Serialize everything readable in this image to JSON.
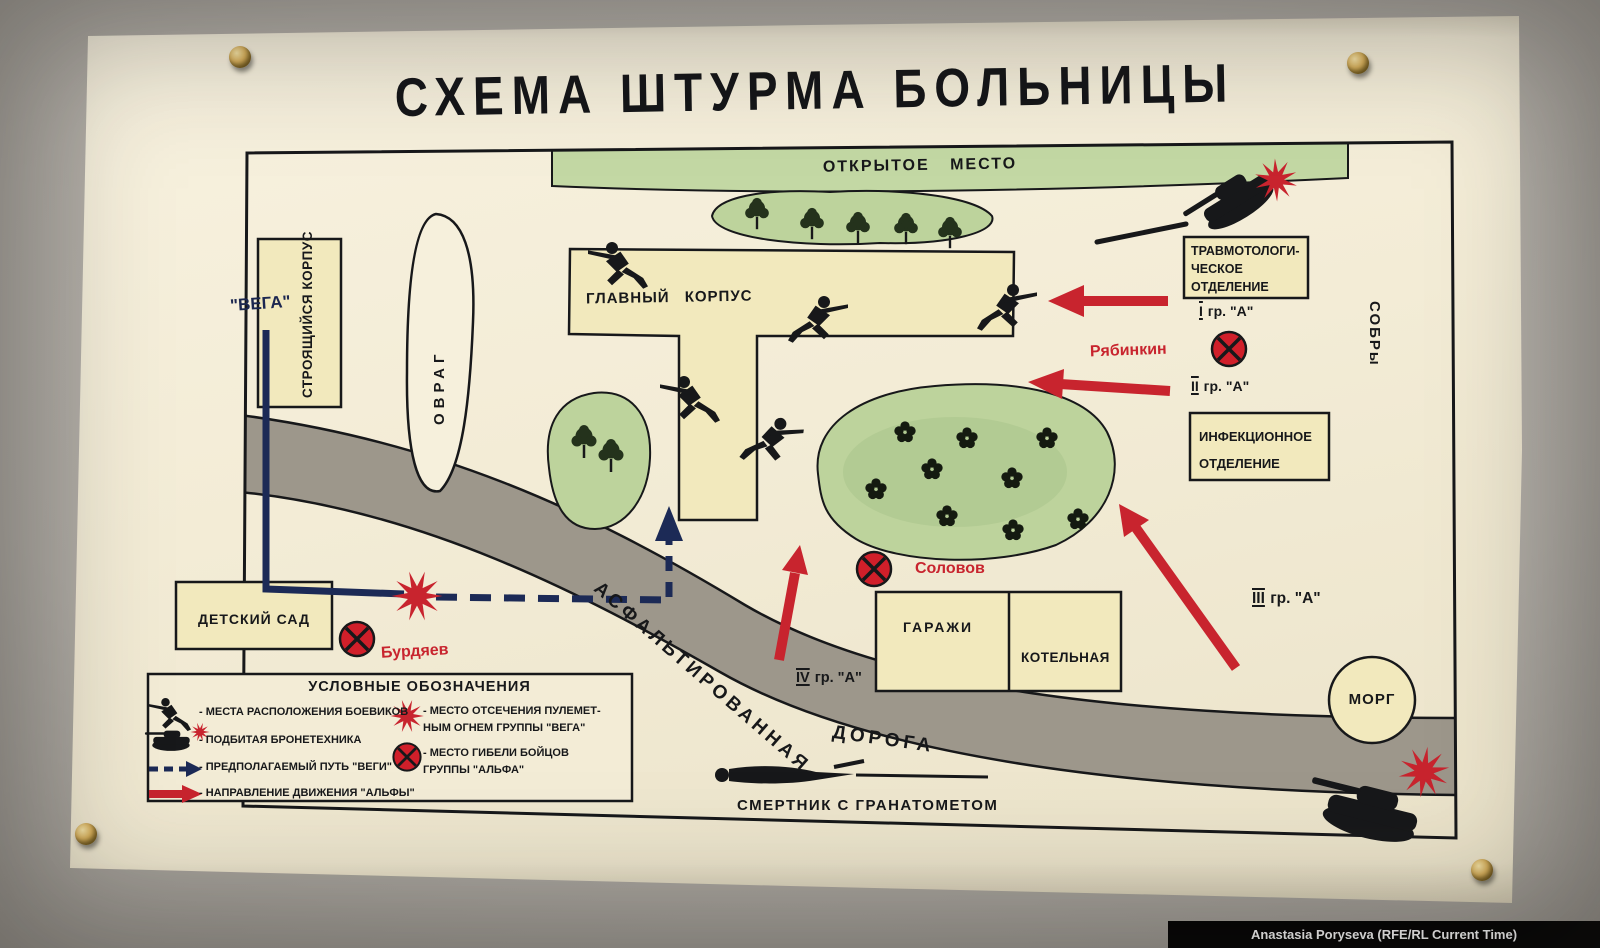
{
  "photo_credit": "Anastasia Poryseva (RFE/RL Current Time)",
  "poster": {
    "title": "СХЕМА ШТУРМА БОЛЬНИЦЫ",
    "areas": {
      "open_place": "ОТКРЫТОЕ МЕСТО",
      "ravine": "ОВРАГ",
      "road_word1": "АСФАЛЬТИРОВАННАЯ",
      "road_word2": "ДОРОГА"
    },
    "buildings": {
      "main": "ГЛАВНЫЙ КОРПУС",
      "construction": "СТРОЯЩИЙСЯ КОРПУС",
      "trauma": "ТРАВМОТОЛОГИ-\nЧЕСКОЕ\nОТДЕЛЕНИЕ",
      "infectious": "ИНФЕКЦИОННОЕ\nОТДЕЛЕНИЕ",
      "garages": "ГАРАЖИ",
      "boiler": "КОТЕЛЬНАЯ",
      "kindergarten": "ДЕТСКИЙ САД",
      "morgue": "МОРГ"
    },
    "units": {
      "vega": "\"ВЕГА\"",
      "sobr": "СОБРы",
      "group1": {
        "num": "I",
        "rest": " гр. \"А\""
      },
      "group2": {
        "num": "II",
        "rest": " гр. \"А\""
      },
      "group3": {
        "num": "III",
        "rest": " гр. \"А\""
      },
      "group4": {
        "num": "IV",
        "rest": " гр. \"А\""
      }
    },
    "names": {
      "ryabinkin": "Рябинкин",
      "solovov": "Соловов",
      "burdyaev": "Бурдяев"
    },
    "annotations": {
      "suicide_bomber": "СМЕРТНИК С ГРАНАТОМЕТОМ"
    },
    "legend": {
      "title": "УСЛОВНЫЕ ОБОЗНАЧЕНИЯ",
      "militants": "- МЕСТА РАСПОЛОЖЕНИЯ БОЕВИКОВ",
      "armor": "- ПОДБИТАЯ БРОНЕТЕХНИКА",
      "vega_path": "- ПРЕДПОЛАГАЕМЫЙ ПУТЬ \"ВЕГИ\"",
      "alpha_direction": "- НАПРАВЛЕНИЕ ДВИЖЕНИЯ \"АЛЬФЫ\"",
      "mg_cutoff": "- МЕСТО ОТСЕЧЕНИЯ ПУЛЕМЕТ-\nНЫМ ОГНЕМ ГРУППЫ \"ВЕГА\"",
      "alpha_losses": "- МЕСТО ГИБЕЛИ БОЙЦОВ\nГРУППЫ \"АЛЬФА\""
    },
    "colors": {
      "paper": "#f3ecd6",
      "wall": "#b2aea7",
      "greenery": "#bdd39c",
      "building_fill": "#f2e9bd",
      "road_fill": "#9d978b",
      "alpha_red": "#c8242e",
      "vega_navy": "#1c2a56",
      "ink": "#17181a"
    }
  }
}
